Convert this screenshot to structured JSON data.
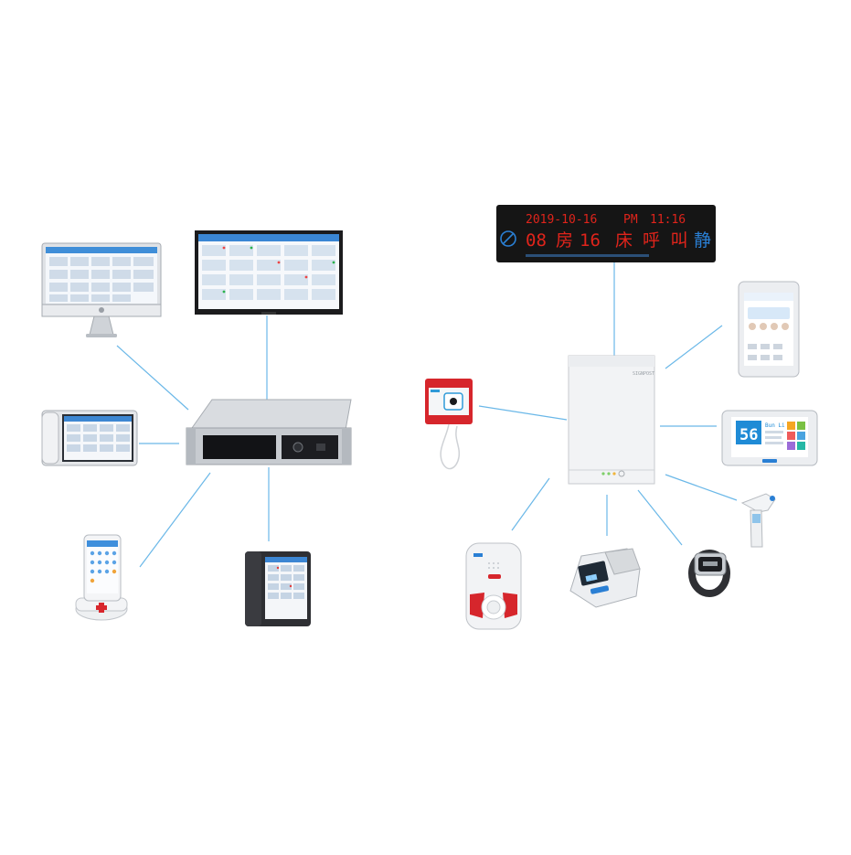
{
  "colors": {
    "background": "#ffffff",
    "connector": "#6bb8e8",
    "led_red": "#e0241b",
    "led_blue": "#2a7fd4",
    "led_panel": "#151515",
    "server_body": "#c9cdd2"
  },
  "led_display": {
    "line1_date": "2019-10-16",
    "line1_period": "PM",
    "line1_time": "11:16",
    "line2_bed_no": "08",
    "line2_room_char": "房",
    "line2_bed_count": "16",
    "line2_bed_char": "床",
    "line2_call": "呼 叫",
    "quiet_char": "静",
    "no_smoking_icon": "no-smoking-icon"
  },
  "right_hub_panel": {
    "brand_mark": "SIGNPOST"
  },
  "tablet_device": {
    "big_number": "56",
    "name_label": "Bun Li"
  },
  "left_devices": [
    {
      "name": "imac-monitor"
    },
    {
      "name": "wide-monitor"
    },
    {
      "name": "desk-phone-terminal"
    },
    {
      "name": "rack-server"
    },
    {
      "name": "handheld-pda"
    },
    {
      "name": "bedside-phone-tablet"
    }
  ],
  "right_devices": [
    {
      "name": "led-corridor-display"
    },
    {
      "name": "gateway-hub"
    },
    {
      "name": "wall-call-button"
    },
    {
      "name": "bedside-tablet"
    },
    {
      "name": "bed-card-terminal"
    },
    {
      "name": "infrared-thermometer"
    },
    {
      "name": "smart-watch"
    },
    {
      "name": "blood-pressure-monitor"
    },
    {
      "name": "emergency-call-box"
    }
  ]
}
